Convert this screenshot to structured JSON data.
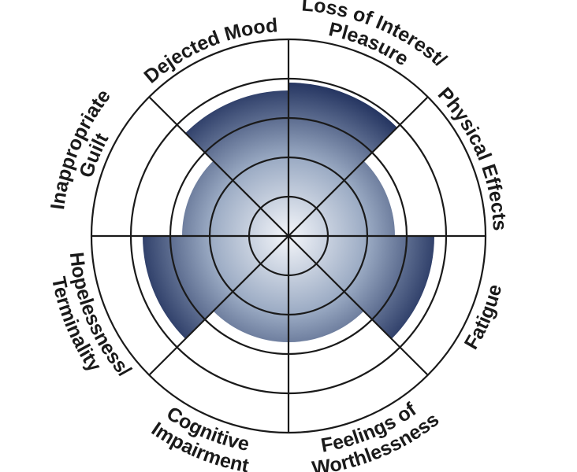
{
  "diagram": {
    "segments": [
      {
        "id": "loss-of-interest",
        "lines": [
          "Loss of Interest/",
          "Pleasure"
        ],
        "level": 3.9
      },
      {
        "id": "physical-effects",
        "lines": [
          "Physical Effects"
        ],
        "level": 2.7
      },
      {
        "id": "fatigue",
        "lines": [
          "Fatigue"
        ],
        "level": 3.7
      },
      {
        "id": "feelings-of-worthlessness",
        "lines": [
          "Feelings of",
          "Worthlessness"
        ],
        "level": 2.7
      },
      {
        "id": "cognitive-impairment",
        "lines": [
          "Cognitive",
          "Impairment"
        ],
        "level": 2.7
      },
      {
        "id": "hopelessness-terminality",
        "lines": [
          "Hopelessness/",
          "Terminality"
        ],
        "level": 3.7
      },
      {
        "id": "inappropriate-guilt",
        "lines": [
          "Inappropriate",
          "Guilt"
        ],
        "level": 2.7
      },
      {
        "id": "dejected-mood",
        "lines": [
          "Dejected Mood"
        ],
        "level": 3.7
      }
    ],
    "ring_count": 5,
    "colors": {
      "fill_center": "#f4f6fa",
      "fill_mid": "#9aaac3",
      "fill_outer": "#1f2f5c",
      "stroke": "#1a1a1a"
    }
  }
}
